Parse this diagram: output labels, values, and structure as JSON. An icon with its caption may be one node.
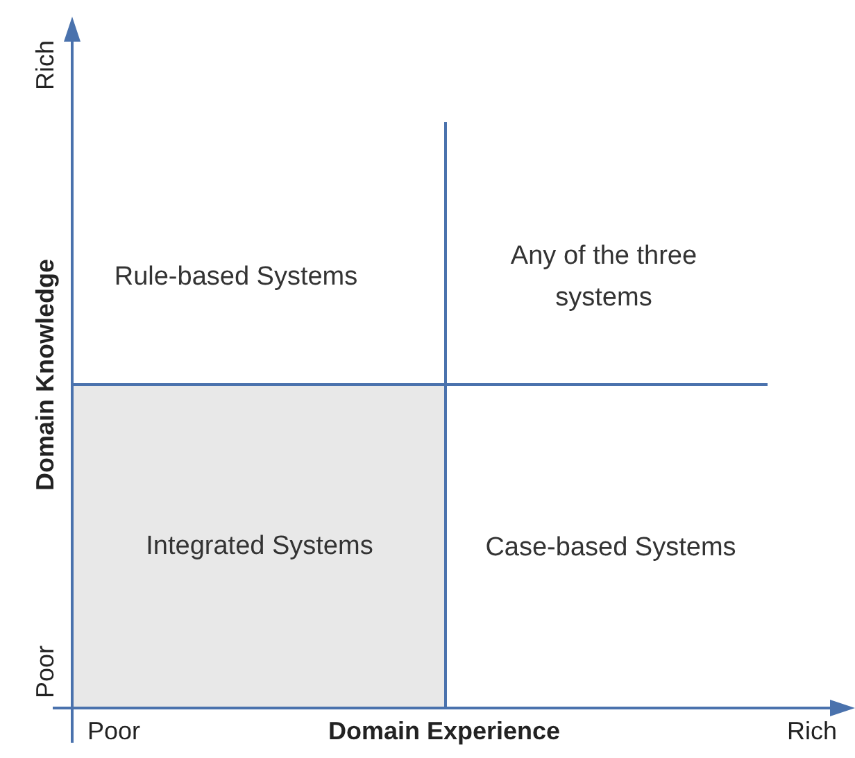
{
  "diagram": {
    "nodes": [
      {
        "text": [
          "Rule-based Systems"
        ]
      },
      {
        "text": [
          "Any of the three systems"
        ]
      },
      {
        "text": [
          "Integrated Systems"
        ]
      },
      {
        "text": [
          "Case-based Systems"
        ]
      }
    ],
    "labels": [
      "Rich",
      "Domain Knowledge",
      "Poor",
      "Poor",
      "Domain Experience",
      "Rich"
    ]
  }
}
